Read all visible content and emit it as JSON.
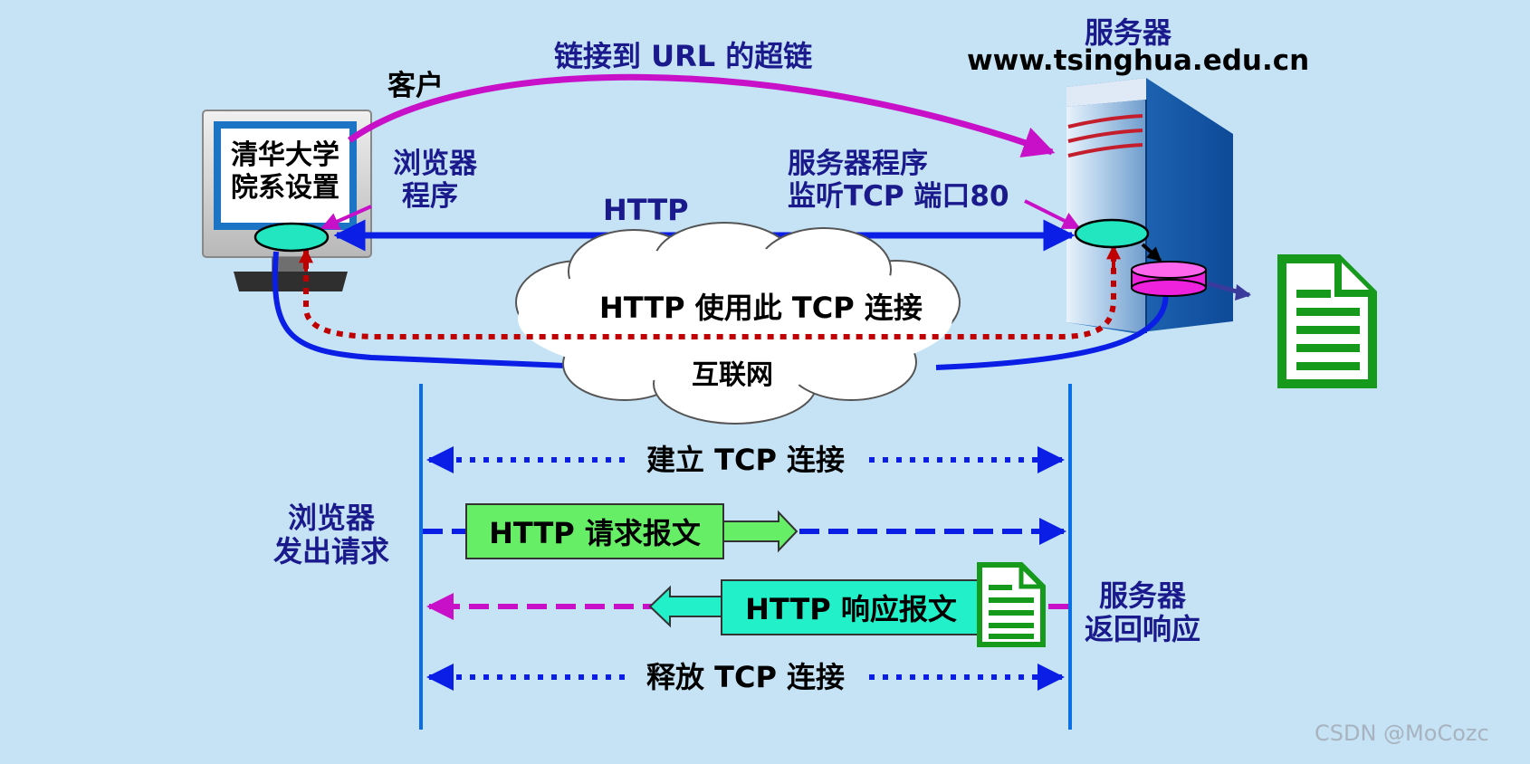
{
  "labels": {
    "server_title": "服务器",
    "server_host": "www.tsinghua.edu.cn",
    "hyperlink": "链接到 URL 的超链",
    "client": "客户",
    "screen_line1": "清华大学",
    "screen_line2": "院系设置",
    "browser_line1": "浏览器",
    "browser_line2": "程序",
    "server_prog_line1": "服务器程序",
    "server_prog_line2": "监听TCP 端口80",
    "http": "HTTP",
    "tcp_usage": "HTTP 使用此 TCP 连接",
    "internet": "互联网",
    "establish": "建立 TCP 连接",
    "request": "HTTP 请求报文",
    "response": "HTTP 响应报文",
    "release": "释放 TCP 连接",
    "browser_req_line1": "浏览器",
    "browser_req_line2": "发出请求",
    "server_resp_line1": "服务器",
    "server_resp_line2": "返回响应",
    "watermark": "CSDN @MoCozc"
  },
  "colors": {
    "background": "#c5e3f5",
    "blue_line": "#0a1ee6",
    "magenta": "#c810c8",
    "dotted_red": "#c00000",
    "label_navy": "#1a1a8c",
    "request_box": "#66ee66",
    "response_box": "#22f0c8",
    "document_green": "#159a1c",
    "oval_teal": "#22e6c0",
    "disk_magenta": "#ee22dd"
  },
  "icons": {
    "monitor": "computer-monitor-icon",
    "server": "server-tower-icon",
    "document": "document-icon",
    "cloud": "internet-cloud-icon"
  }
}
